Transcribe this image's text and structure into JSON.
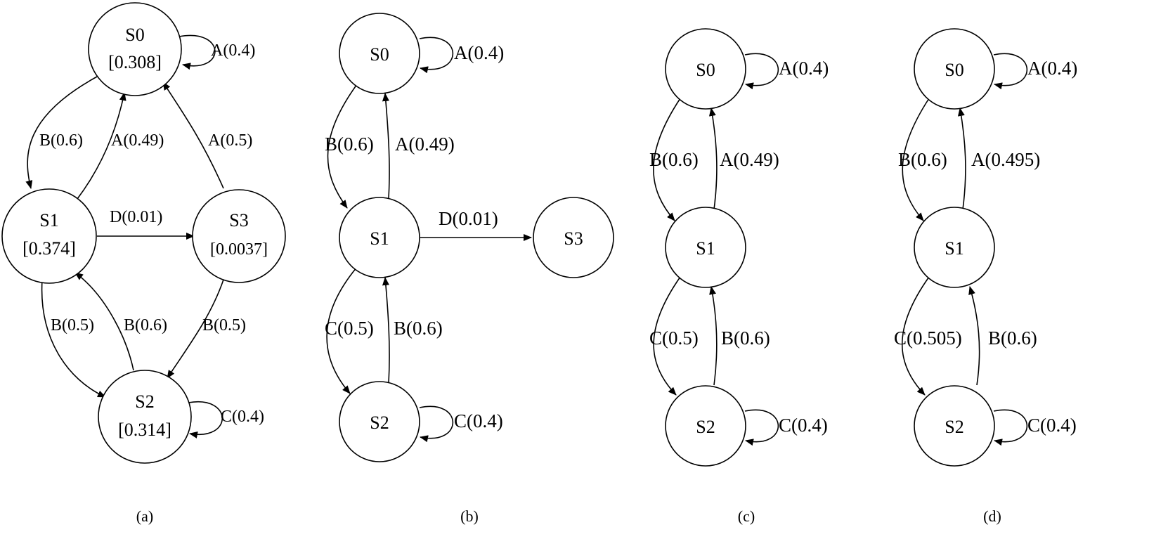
{
  "colors": {
    "background": "#ffffff",
    "ink": "#000000"
  },
  "panels": [
    {
      "caption": "(a)",
      "nodes": [
        {
          "id": "S0",
          "label": "S0",
          "value": "[0.308]"
        },
        {
          "id": "S1",
          "label": "S1",
          "value": "[0.374]"
        },
        {
          "id": "S2",
          "label": "S2",
          "value": "[0.314]"
        },
        {
          "id": "S3",
          "label": "S3",
          "value": "[0.0037]"
        }
      ],
      "edges": [
        {
          "from": "S0",
          "to": "S0",
          "label": "A(0.4)"
        },
        {
          "from": "S0",
          "to": "S1",
          "label": "B(0.6)"
        },
        {
          "from": "S1",
          "to": "S0",
          "label": "A(0.49)"
        },
        {
          "from": "S3",
          "to": "S0",
          "label": "A(0.5)"
        },
        {
          "from": "S1",
          "to": "S3",
          "label": "D(0.01)"
        },
        {
          "from": "S1",
          "to": "S2",
          "label": "B(0.5)"
        },
        {
          "from": "S2",
          "to": "S1",
          "label": "B(0.6)"
        },
        {
          "from": "S3",
          "to": "S2",
          "label": "B(0.5)"
        },
        {
          "from": "S2",
          "to": "S2",
          "label": "C(0.4)"
        }
      ]
    },
    {
      "caption": "(b)",
      "nodes": [
        {
          "id": "S0",
          "label": "S0"
        },
        {
          "id": "S1",
          "label": "S1"
        },
        {
          "id": "S2",
          "label": "S2"
        },
        {
          "id": "S3",
          "label": "S3"
        }
      ],
      "edges": [
        {
          "from": "S0",
          "to": "S0",
          "label": "A(0.4)"
        },
        {
          "from": "S0",
          "to": "S1",
          "label": "B(0.6)"
        },
        {
          "from": "S1",
          "to": "S0",
          "label": "A(0.49)"
        },
        {
          "from": "S1",
          "to": "S3",
          "label": "D(0.01)"
        },
        {
          "from": "S1",
          "to": "S2",
          "label": "C(0.5)"
        },
        {
          "from": "S2",
          "to": "S1",
          "label": "B(0.6)"
        },
        {
          "from": "S2",
          "to": "S2",
          "label": "C(0.4)"
        }
      ]
    },
    {
      "caption": "(c)",
      "nodes": [
        {
          "id": "S0",
          "label": "S0"
        },
        {
          "id": "S1",
          "label": "S1"
        },
        {
          "id": "S2",
          "label": "S2"
        }
      ],
      "edges": [
        {
          "from": "S0",
          "to": "S0",
          "label": "A(0.4)"
        },
        {
          "from": "S0",
          "to": "S1",
          "label": "B(0.6)"
        },
        {
          "from": "S1",
          "to": "S0",
          "label": "A(0.49)"
        },
        {
          "from": "S1",
          "to": "S2",
          "label": "C(0.5)"
        },
        {
          "from": "S2",
          "to": "S1",
          "label": "B(0.6)"
        },
        {
          "from": "S2",
          "to": "S2",
          "label": "C(0.4)"
        }
      ]
    },
    {
      "caption": "(d)",
      "nodes": [
        {
          "id": "S0",
          "label": "S0"
        },
        {
          "id": "S1",
          "label": "S1"
        },
        {
          "id": "S2",
          "label": "S2"
        }
      ],
      "edges": [
        {
          "from": "S0",
          "to": "S0",
          "label": "A(0.4)"
        },
        {
          "from": "S0",
          "to": "S1",
          "label": "B(0.6)"
        },
        {
          "from": "S1",
          "to": "S0",
          "label": "A(0.495)"
        },
        {
          "from": "S1",
          "to": "S2",
          "label": "C(0.505)"
        },
        {
          "from": "S2",
          "to": "S1",
          "label": "B(0.6)"
        },
        {
          "from": "S2",
          "to": "S2",
          "label": "C(0.4)"
        }
      ]
    }
  ]
}
